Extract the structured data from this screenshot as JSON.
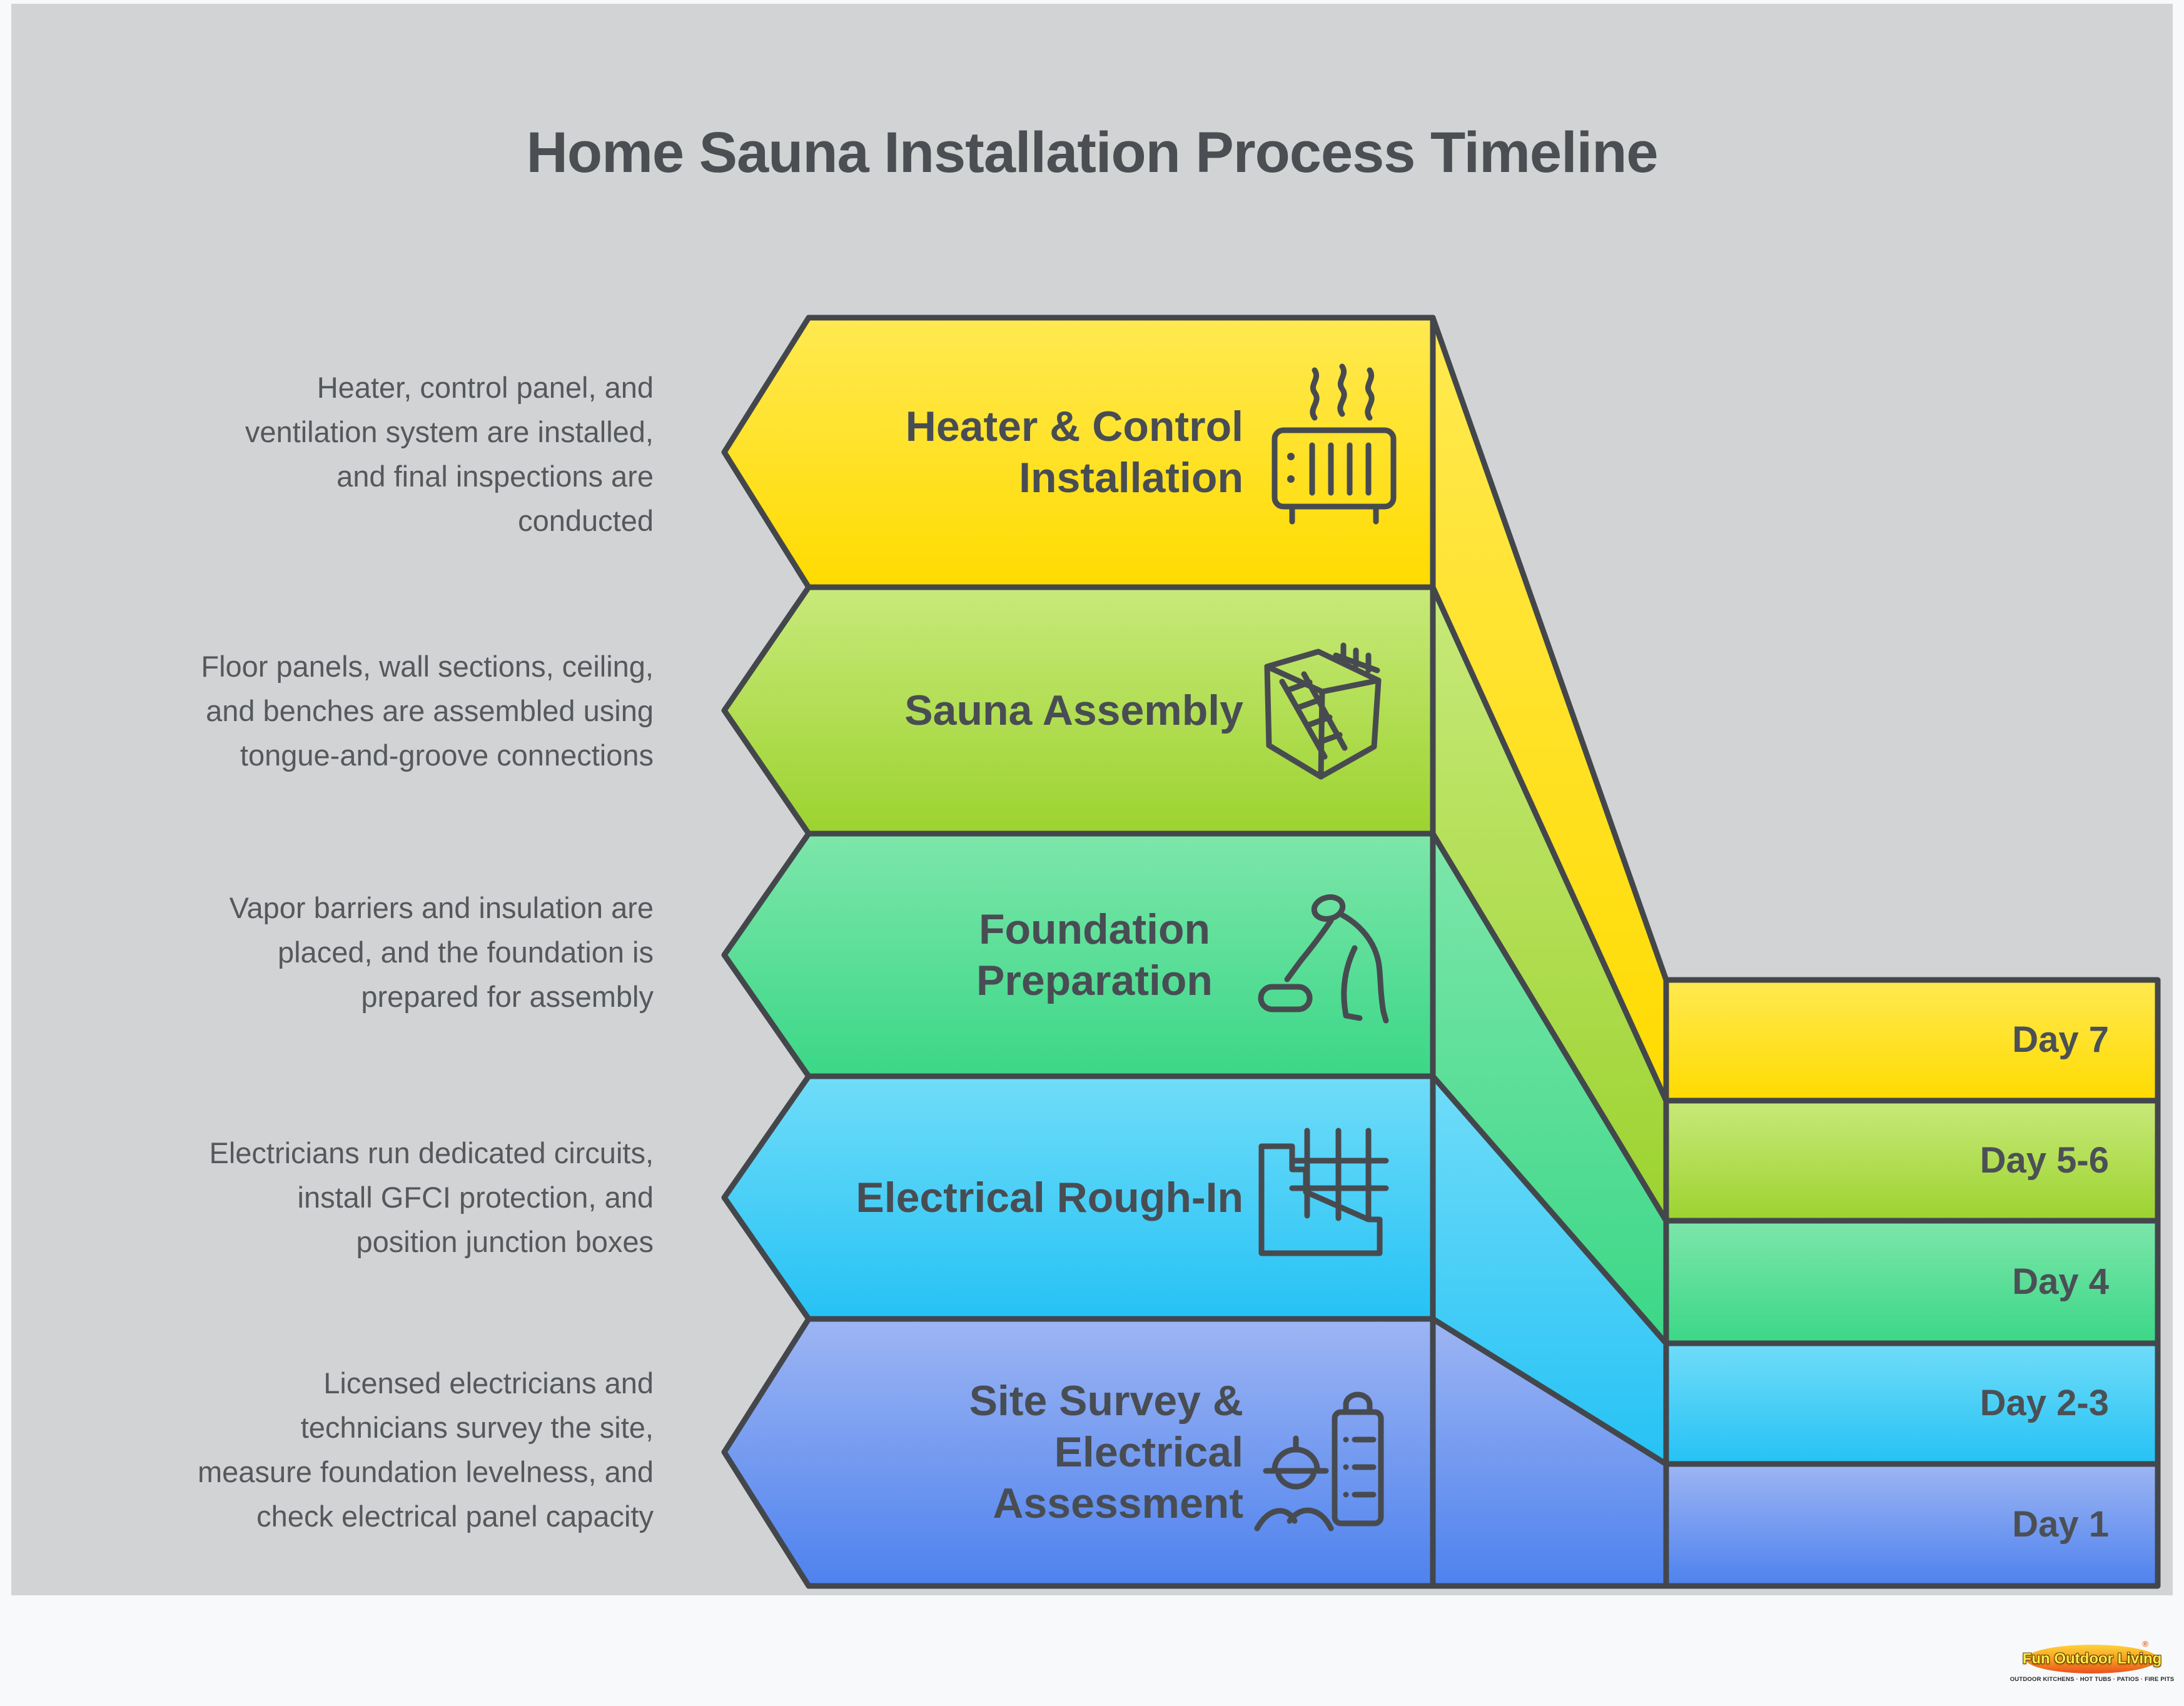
{
  "title": "Home Sauna Installation Process Timeline",
  "stages": [
    {
      "name": "Heater & Control Installation",
      "label": "Heater & Control\nInstallation",
      "description": "Heater, control panel, and\nventilation system are installed,\nand final inspections are\nconducted",
      "day_label": "Day 7",
      "icon": "heater-icon",
      "color_top": "#ffe951",
      "color_bottom": "#ffdb00"
    },
    {
      "name": "Sauna Assembly",
      "label": "Sauna Assembly",
      "description": "Floor panels, wall sections, ceiling,\nand benches are assembled using\ntongue-and-groove connections",
      "day_label": "Day 5-6",
      "icon": "sauna-cabin-icon",
      "color_top": "#c8e97a",
      "color_bottom": "#9cd32f"
    },
    {
      "name": "Foundation Preparation",
      "label": "Foundation\nPreparation",
      "description": "Vapor barriers and insulation are\nplaced, and the foundation is\nprepared for assembly",
      "day_label": "Day 4",
      "icon": "plate-compactor-icon",
      "color_top": "#7de6aa",
      "color_bottom": "#3bd787"
    },
    {
      "name": "Electrical Rough-In",
      "label": "Electrical Rough-In",
      "description": "Electricians run dedicated circuits,\ninstall GFCI protection, and\nposition junction boxes",
      "day_label": "Day 2-3",
      "icon": "junction-box-icon",
      "color_top": "#70dcf8",
      "color_bottom": "#25c2f5"
    },
    {
      "name": "Site Survey & Electrical Assessment",
      "label": "Site Survey &\nElectrical\nAssessment",
      "description": "Licensed electricians and\ntechnicians survey the site,\nmeasure foundation levelness, and\ncheck electrical panel capacity",
      "day_label": "Day 1",
      "icon": "surveyor-icon",
      "color_top": "#9db5f3",
      "color_bottom": "#4e82ee"
    }
  ],
  "stroke_color": "#43474c",
  "brand": {
    "name": "Fun Outdoor Living",
    "registered_mark": "®",
    "tagline": "OUTDOOR KITCHENS · HOT TUBS · PATIOS · FIRE PITS"
  }
}
